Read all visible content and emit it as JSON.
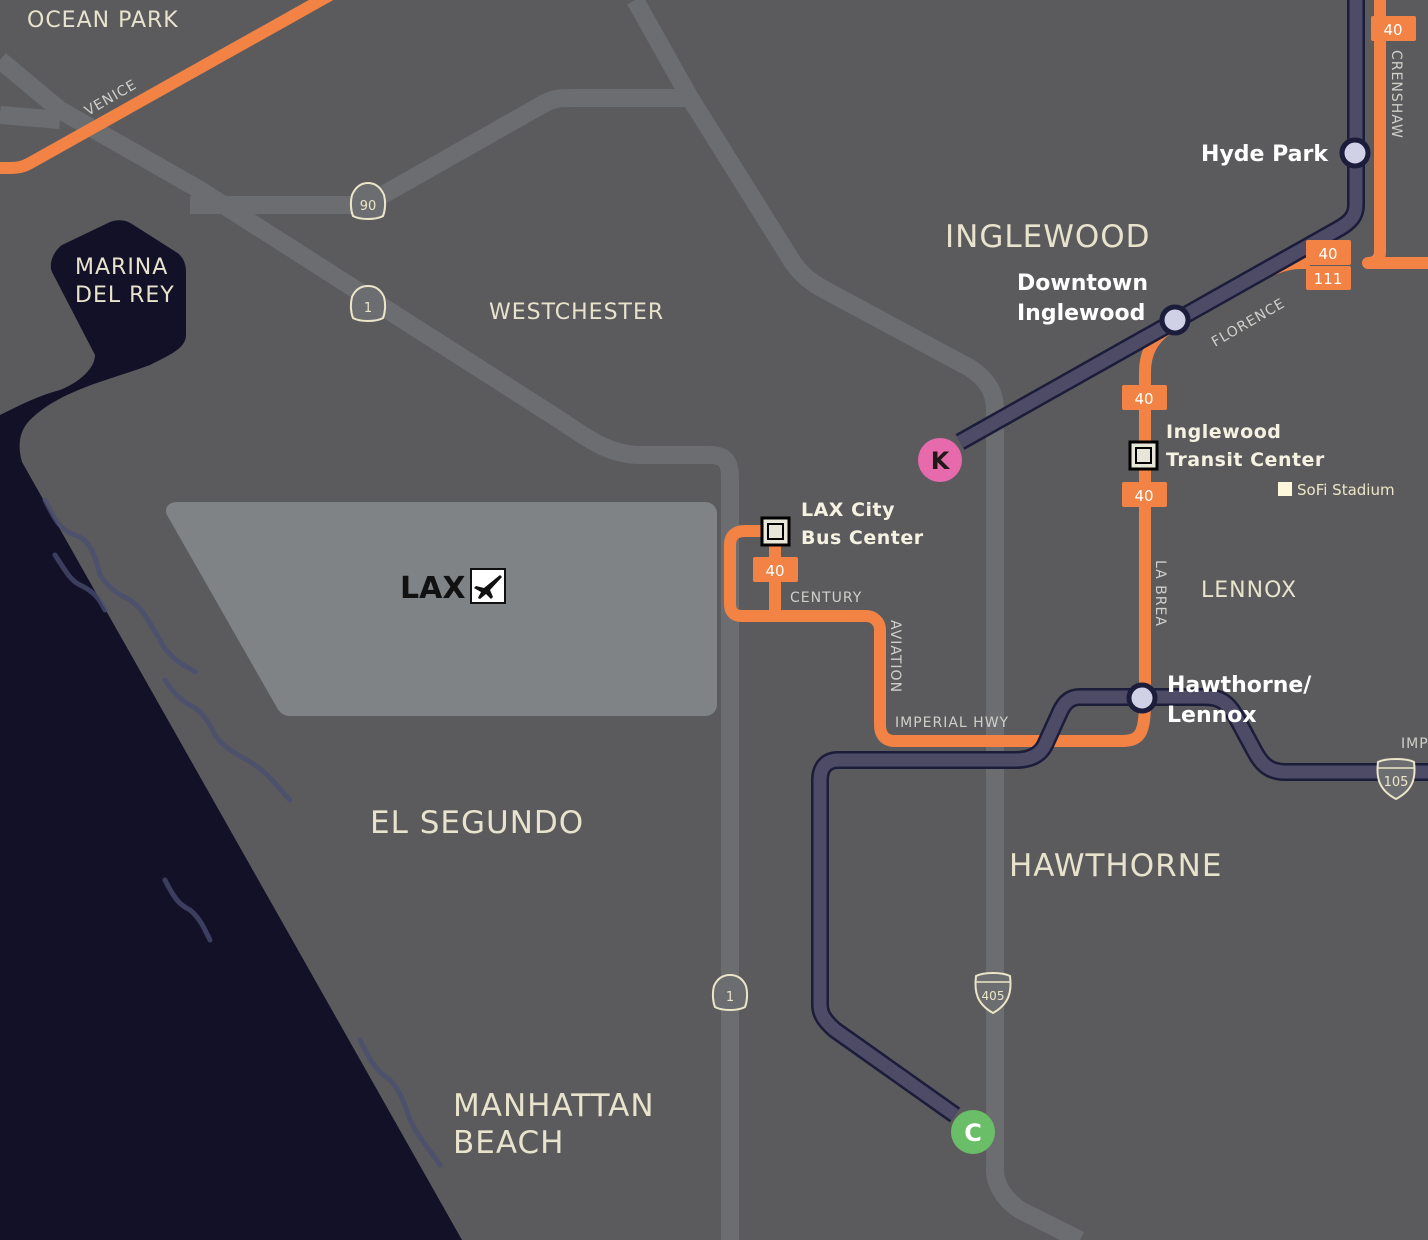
{
  "colors": {
    "land": "#5b5b5d",
    "road": "#6c6d71",
    "water": "#131128",
    "airport": "#808386",
    "bus_route": "#f28345",
    "rail_line": "#4d4b66",
    "rail_outline": "#1c1c3b",
    "station_fill": "#d0d0e6",
    "k_line": "#e66aac",
    "c_line": "#6bbe68",
    "area_label": "#e8e3cc"
  },
  "areas": [
    {
      "id": "ocean-park",
      "label": "OCEAN PARK"
    },
    {
      "id": "marina-del-rey",
      "lines": [
        "MARINA",
        "DEL REY"
      ]
    },
    {
      "id": "westchester",
      "label": "WESTCHESTER"
    },
    {
      "id": "inglewood",
      "label": "INGLEWOOD"
    },
    {
      "id": "lennox",
      "label": "LENNOX"
    },
    {
      "id": "el-segundo",
      "label": "EL SEGUNDO"
    },
    {
      "id": "hawthorne",
      "label": "HAWTHORNE"
    },
    {
      "id": "manhattan-beach",
      "lines": [
        "MANHATTAN",
        "BEACH"
      ]
    }
  ],
  "streets": [
    {
      "id": "venice",
      "label": "VENICE"
    },
    {
      "id": "crenshaw",
      "label": "CRENSHAW"
    },
    {
      "id": "florence",
      "label": "FLORENCE"
    },
    {
      "id": "la-brea",
      "label": "LA BREA"
    },
    {
      "id": "century",
      "label": "CENTURY"
    },
    {
      "id": "aviation",
      "label": "AVIATION"
    },
    {
      "id": "imperial-hwy",
      "label": "IMPERIAL HWY"
    },
    {
      "id": "imp-cut",
      "label": "IMP"
    }
  ],
  "highway_shields": [
    {
      "id": "sr-90",
      "type": "state",
      "number": "90"
    },
    {
      "id": "sr-1-north",
      "type": "state",
      "number": "1"
    },
    {
      "id": "sr-1-south",
      "type": "state",
      "number": "1"
    },
    {
      "id": "i-405",
      "type": "interstate",
      "number": "405"
    },
    {
      "id": "i-105",
      "type": "interstate",
      "number": "105"
    }
  ],
  "bus_route_badges": [
    {
      "id": "badge-crenshaw",
      "number": "40"
    },
    {
      "id": "badge-florence-40",
      "number": "40"
    },
    {
      "id": "badge-florence-111",
      "number": "111"
    },
    {
      "id": "badge-labrea-north",
      "number": "40"
    },
    {
      "id": "badge-labrea-south",
      "number": "40"
    },
    {
      "id": "badge-lax",
      "number": "40"
    }
  ],
  "rail_stations": [
    {
      "id": "hyde-park",
      "lines": [
        "Hyde Park"
      ]
    },
    {
      "id": "downtown-inglewood",
      "lines": [
        "Downtown",
        "Inglewood"
      ]
    },
    {
      "id": "hawthorne-lennox",
      "lines": [
        "Hawthorne/",
        "Lennox"
      ]
    }
  ],
  "bus_centers": [
    {
      "id": "inglewood-transit-center",
      "lines": [
        "Inglewood",
        "Transit Center"
      ]
    },
    {
      "id": "lax-city-bus-center",
      "lines": [
        "LAX City",
        "Bus Center"
      ]
    }
  ],
  "rail_line_markers": [
    {
      "id": "k-line",
      "letter": "K"
    },
    {
      "id": "c-line",
      "letter": "C"
    }
  ],
  "poi": [
    {
      "id": "sofi-stadium",
      "label": "SoFi Stadium",
      "icon": "square-marker"
    }
  ],
  "airport": {
    "label": "LAX",
    "icon": "airplane-icon"
  }
}
